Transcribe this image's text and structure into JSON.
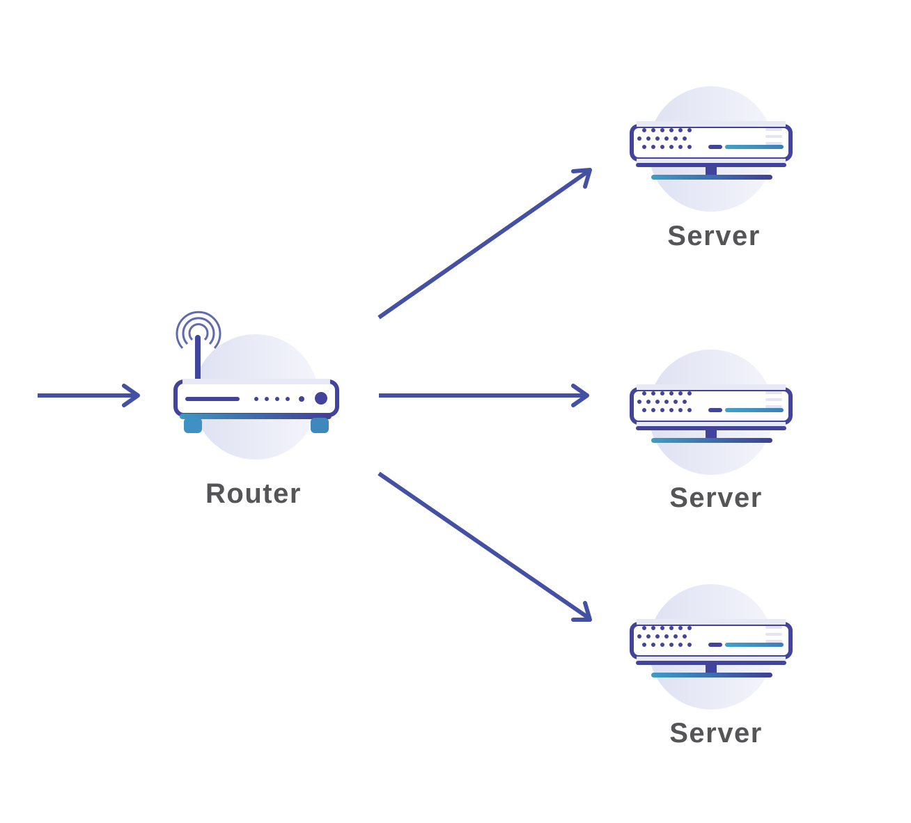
{
  "colors": {
    "accent": "#4350A4",
    "accent_dark": "#3A3F8F",
    "teal": "#3E8FBF",
    "halo": "#E6E8F5",
    "label": "#555557"
  },
  "router": {
    "label": "Router",
    "icon": "wifi-router-icon"
  },
  "servers": [
    {
      "label": "Server",
      "icon": "server-icon"
    },
    {
      "label": "Server",
      "icon": "server-icon"
    },
    {
      "label": "Server",
      "icon": "server-icon"
    }
  ]
}
